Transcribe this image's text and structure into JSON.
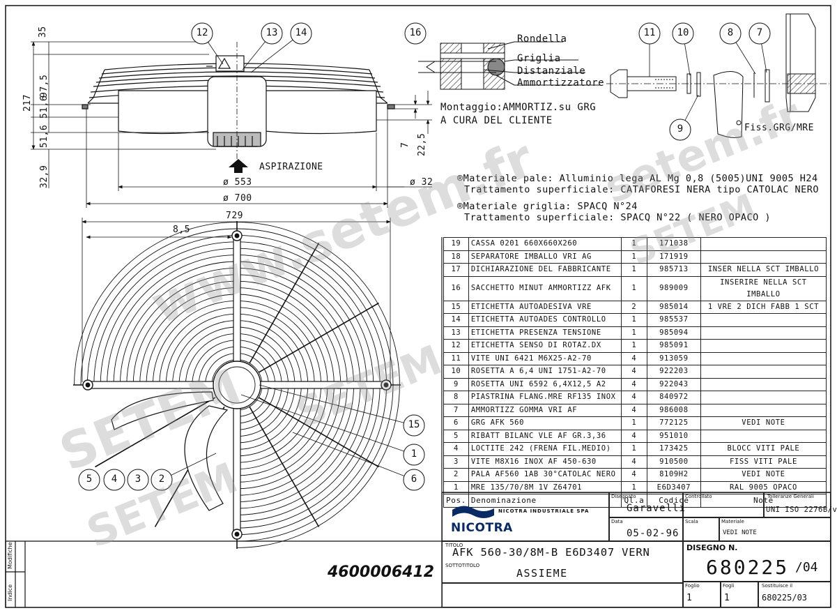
{
  "dims": {
    "d35": "35",
    "d97_5": "97,5",
    "d217": "217",
    "d51_6a": "51,6",
    "d51_6b": "51,6",
    "d32_9": "32,9",
    "d553": "ø 553",
    "d700": "ø 700",
    "d32": "ø 32",
    "d7": "7",
    "d22_5": "22,5",
    "d729": "729",
    "d8_5": "8,5"
  },
  "callouts": [
    "12",
    "13",
    "14",
    "16",
    "11",
    "10",
    "8",
    "7",
    "9",
    "15",
    "1",
    "6",
    "5",
    "4",
    "3",
    "2"
  ],
  "labels": {
    "aspirazione": "ASPIRAZIONE",
    "rondella": "Rondella",
    "griglia": "Griglia",
    "distanziale": "Distanziale",
    "ammortizzatore": "Ammortizzatore",
    "montaggio1": "Montaggio:AMMORTIZ.su GRG",
    "montaggio2": "A CURA DEL CLIENTE",
    "fiss": "Fiss.GRG/MRE"
  },
  "notes": [
    "®Materiale pale: Alluminio lega AL Mg 0,8 (5005)UNI 9005 H24",
    "Trattamento superficiale: CATAFORESI NERA tipo CATOLAC NERO",
    "®Materiale griglia: SPACQ N°24",
    "Trattamento superficiale: SPACQ  N°22 ( NERO OPACO )"
  ],
  "bom": {
    "rows": [
      [
        "19",
        "CASSA 0201 660X660X260",
        "1",
        "171038",
        ""
      ],
      [
        "18",
        "SEPARATORE IMBALLO VRI AG",
        "1",
        "171919",
        ""
      ],
      [
        "17",
        "DICHIARAZIONE DEL FABBRICANTE",
        "1",
        "985713",
        "INSER NELLA SCT IMBALLO"
      ],
      [
        "16",
        "SACCHETTO MINUT AMMORTIZZ AFK",
        "1",
        "989009",
        "INSERIRE NELLA SCT IMBALLO"
      ],
      [
        "15",
        "ETICHETTA AUTOADESIVA VRE",
        "2",
        "985014",
        "1 VRE 2 DICH FABB 1 SCT"
      ],
      [
        "14",
        "ETICHETTA AUTOADES CONTROLLO",
        "1",
        "985537",
        ""
      ],
      [
        "13",
        "ETICHETTA PRESENZA TENSIONE",
        "1",
        "985094",
        ""
      ],
      [
        "12",
        "ETICHETTA SENSO DI ROTAZ.DX",
        "1",
        "985091",
        ""
      ],
      [
        "11",
        "VITE UNI 6421 M6X25-A2-70",
        "4",
        "913059",
        ""
      ],
      [
        "10",
        "ROSETTA A 6,4 UNI 1751-A2-70",
        "4",
        "922203",
        ""
      ],
      [
        "9",
        "ROSETTA UNI 6592 6,4X12,5 A2",
        "4",
        "922043",
        ""
      ],
      [
        "8",
        "PIASTRINA FLANG.MRE RF135 INOX",
        "4",
        "840972",
        ""
      ],
      [
        "7",
        "AMMORTIZZ GOMMA VRI AF",
        "4",
        "986008",
        ""
      ],
      [
        "6",
        "GRG AFK 560",
        "1",
        "772125",
        "VEDI NOTE"
      ],
      [
        "5",
        "RIBATT BILANC VLE AF GR.3,36",
        "4",
        "951010",
        ""
      ],
      [
        "4",
        "LOCTITE 242 (FRENA FIL.MEDIO)",
        "1",
        "173425",
        "BLOCC VITI PALE"
      ],
      [
        "3",
        "VITE M8X16 INOX AF 450-630",
        "4",
        "910500",
        "FISS VITI PALE"
      ],
      [
        "2",
        "PALA AF560 1AB 30°CATOLAC NERO",
        "4",
        "8109H2",
        "VEDI NOTE"
      ],
      [
        "1",
        "MRE 135/70/8M 1V Z64701",
        "1",
        "E6D3407",
        "RAL 9005 OPACO"
      ]
    ],
    "header": [
      "Pos.",
      "Denominazione",
      "Ql.a",
      "Codice",
      "Note"
    ]
  },
  "title_block": {
    "company": "NICOTRA INDUSTRIALE SPA",
    "logo_text": "NICOTRA",
    "disegnato_label": "Disegnato",
    "disegnato": "Garavelli",
    "data_label": "Data",
    "data": "05-02-96",
    "controllato_label": "Controllato",
    "scala_label": "Scala",
    "materiale_label": "Materiale",
    "materiale": "VEDI NOTE",
    "tolleranze_label": "Tolleranze Generali",
    "tolleranze": "UNI ISO 2276B/v",
    "titolo_label": "TITOLO",
    "titolo": "AFK 560-30/8M-B E6D3407 VERN",
    "sottotitolo_label": "SOTTOTITOLO",
    "sottotitolo": "ASSIEME",
    "disegno_label": "DISEGNO N.",
    "disegno": "680225",
    "rev": "/04",
    "foglio_label": "Foglio",
    "foglio": "1",
    "fogli_label": "Fogli",
    "fogli": "1",
    "sostituisce_label": "Sostituisce il",
    "sostituisce": "680225/03",
    "part_number": "4600006412",
    "modifiche": "Modifiche",
    "indice": "Indice"
  },
  "watermark": [
    "www.setem.fr",
    "SETEM",
    "SETEM",
    "setem.fr",
    "SETEM",
    "SETEM"
  ],
  "colors": {
    "line": "#111111",
    "watermark": "#9a9a9a",
    "logo": "#0a2a66"
  }
}
